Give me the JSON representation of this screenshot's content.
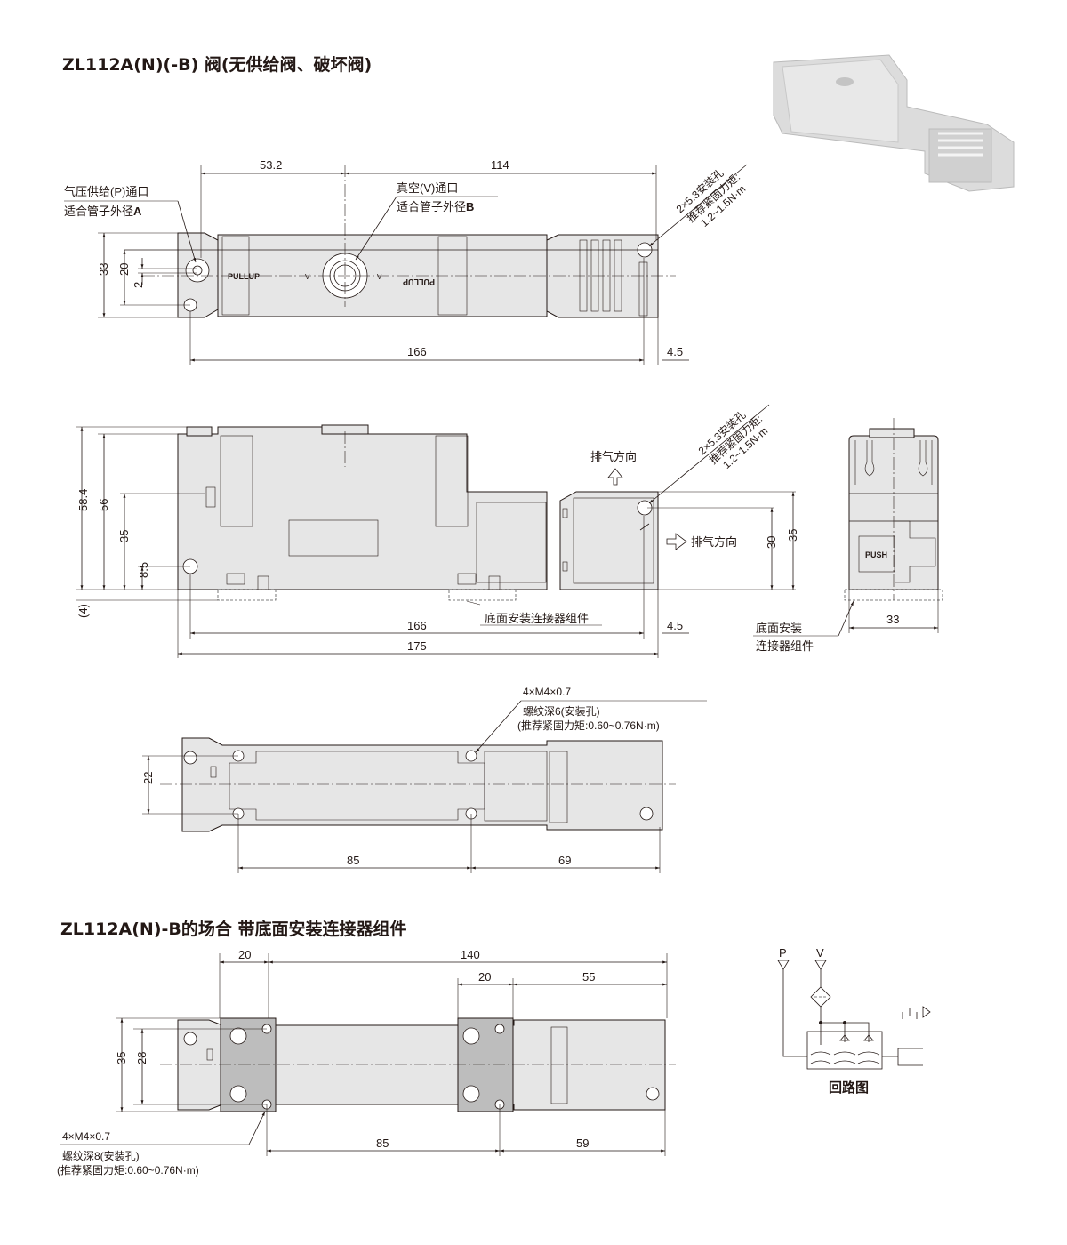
{
  "titles": {
    "main": "ZL112A(N)(-B) 阀(无供给阀、破坏阀)",
    "option": "ZL112A(N)-B的场合  带底面安装连接器组件"
  },
  "top_view": {
    "dims": {
      "d53_2": "53.2",
      "d114": "114",
      "d166": "166",
      "d4_5": "4.5",
      "d33": "33",
      "d20": "20",
      "d2": "2"
    },
    "p_port_label": "气压供给(P)通口",
    "p_port_tube": "适合管子外径",
    "p_port_tube_var": "A",
    "v_port_label": "真空(V)通口",
    "v_port_tube": "适合管子外径",
    "v_port_tube_var": "B",
    "hole_label": "2×5.3安装孔",
    "torque_label": "推荐紧固力矩:",
    "torque_value": "1.2~1.5N·m",
    "pullup_left": "PULLUP",
    "pullup_right": "PULLUP",
    "mark_v1": "V",
    "mark_v2": "V"
  },
  "side_view": {
    "dims": {
      "d58_4": "58.4",
      "d56": "56",
      "d35": "35",
      "d8_5": "8.5",
      "d4": "(4)",
      "d166": "166",
      "d175": "175",
      "d4_5": "4.5",
      "d30": "30",
      "d35r": "35"
    },
    "exhaust_up": "排气方向",
    "exhaust_right": "排气方向",
    "connector_label": "底面安装连接器组件",
    "hole_label": "2×5.3安装孔",
    "torque_label": "推荐紧固力矩:",
    "torque_value": "1.2~1.5N·m"
  },
  "end_view": {
    "push_label": "PUSH",
    "dim_33": "33",
    "connector_label_1": "底面安装",
    "connector_label_2": "连接器组件"
  },
  "bottom_view": {
    "dims": {
      "d22": "22",
      "d85": "85",
      "d69": "69"
    },
    "thread": "4×M4×0.7",
    "depth": "螺纹深6(安装孔)",
    "torque": "(推荐紧固力矩:0.60~0.76N·m)"
  },
  "option_view": {
    "dims": {
      "d20a": "20",
      "d140": "140",
      "d20b": "20",
      "d55": "55",
      "d35": "35",
      "d28": "28",
      "d85": "85",
      "d59": "59"
    },
    "thread": "4×M4×0.7",
    "depth": "螺纹深8(安装孔)",
    "torque": "(推荐紧固力矩:0.60~0.76N·m)"
  },
  "circuit": {
    "p": "P",
    "v": "V",
    "label": "回路图"
  }
}
